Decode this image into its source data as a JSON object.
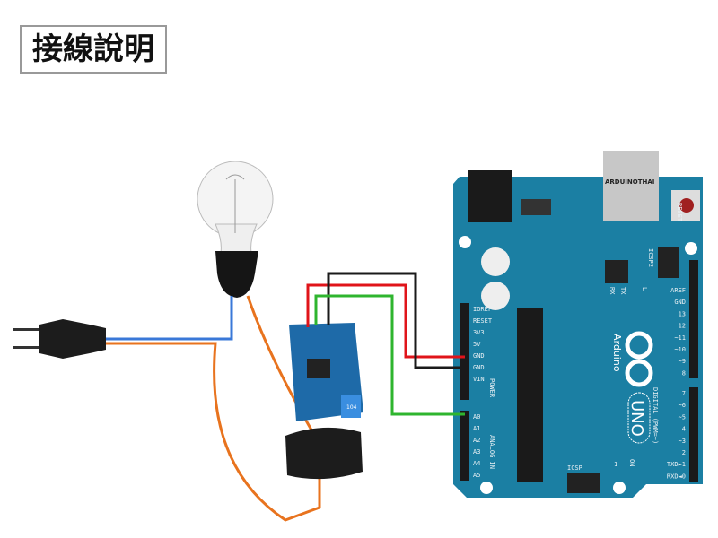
{
  "title": "接線說明",
  "arduino": {
    "logo_text": "ARDUINOTHAI",
    "reset_label": "RESET",
    "icsp2_label": "ICSP2",
    "icsp_label": "ICSP",
    "icsp_pin1": "1",
    "led_labels": [
      "TX",
      "RX",
      "L",
      "ON"
    ],
    "brand": "Arduino",
    "model": "UNO",
    "power_pins": [
      "IOREF",
      "RESET",
      "3V3",
      "5V",
      "GND",
      "GND",
      "VIN"
    ],
    "power_label": "POWER",
    "analog_pins": [
      "A0",
      "A1",
      "A2",
      "A3",
      "A4",
      "A5"
    ],
    "analog_label": "ANALOG IN",
    "digital_top": [
      "AREF",
      "GND",
      "13",
      "12",
      "~11",
      "~10",
      "~9",
      "8"
    ],
    "digital_bottom": [
      "7",
      "~6",
      "~5",
      "4",
      "~3",
      "2",
      "TXD►1",
      "RXD◄0"
    ],
    "digital_label": "DIGITAL (PWM=~)"
  },
  "sensor": {
    "pot_label": "104"
  },
  "colors": {
    "board": "#1b7fa3",
    "wire_red": "#e0141a",
    "wire_black": "#1a1a1a",
    "wire_green": "#2fb52f",
    "wire_blue": "#3a78d8",
    "wire_orange": "#e8731e"
  }
}
